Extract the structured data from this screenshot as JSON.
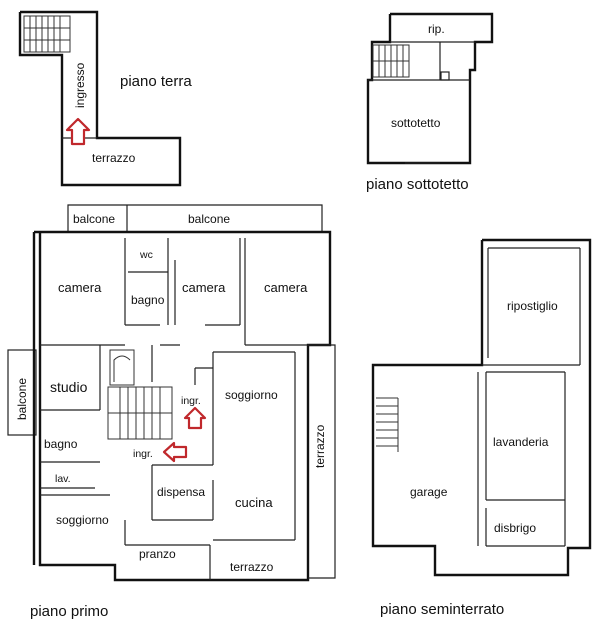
{
  "floors": {
    "terra": "piano terra",
    "sottotetto": "piano sottotetto",
    "primo": "piano primo",
    "seminterrato": "piano seminterrato"
  },
  "rooms": {
    "terra": {
      "ingresso": "ingresso",
      "terrazzo": "terrazzo"
    },
    "sottotetto": {
      "rip": "rip.",
      "sottotetto": "sottotetto"
    },
    "primo": {
      "balcone_1": "balcone",
      "balcone_2": "balcone",
      "balcone_side": "balcone",
      "camera_1": "camera",
      "wc": "wc",
      "bagno_1": "bagno",
      "camera_2": "camera",
      "camera_3": "camera",
      "studio": "studio",
      "bagno_2": "bagno",
      "lav": "lav.",
      "ingr_1": "ingr.",
      "ingr_2": "ingr.",
      "soggiorno_1": "soggiorno",
      "soggiorno_2": "soggiorno",
      "dispensa": "dispensa",
      "cucina": "cucina",
      "pranzo": "pranzo",
      "terrazzo_1": "terrazzo",
      "terrazzo_2": "terrazzo"
    },
    "seminterrato": {
      "ripostiglio": "ripostiglio",
      "lavanderia": "lavanderia",
      "garage": "garage",
      "disbrigo": "disbrigo"
    }
  }
}
